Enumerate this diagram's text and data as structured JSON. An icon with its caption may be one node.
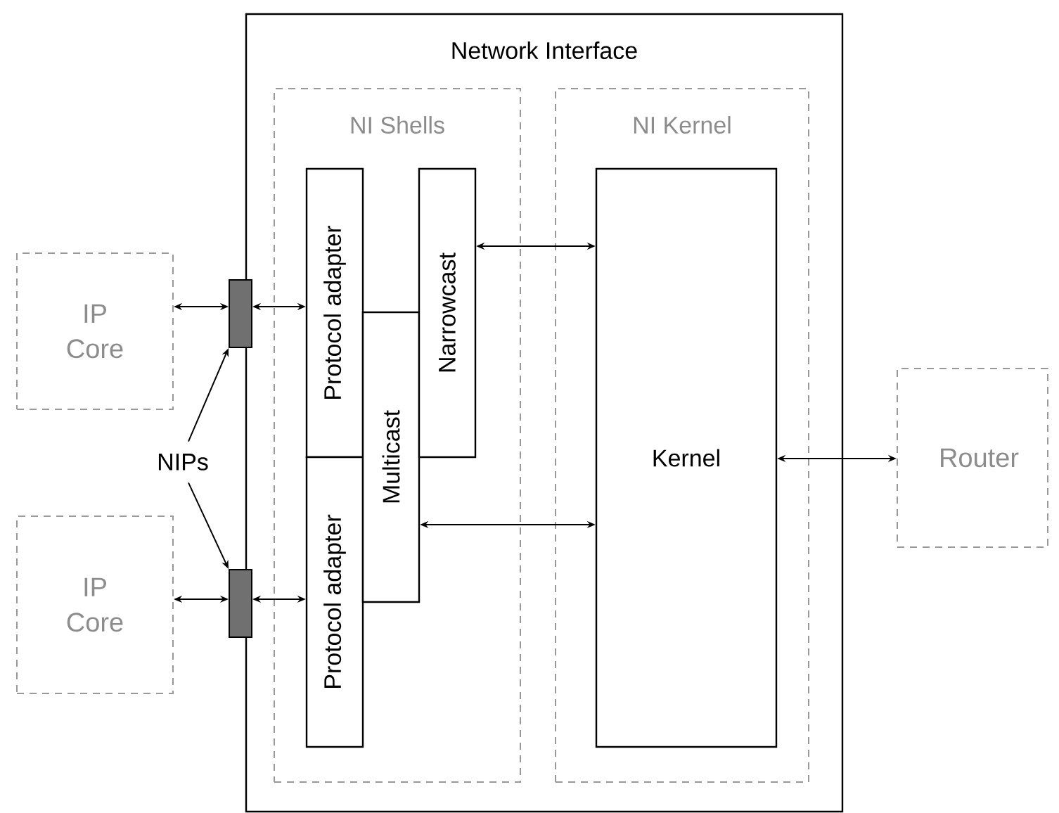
{
  "diagram": {
    "nodes": [
      {
        "text": [
          "Network Interface"
        ]
      },
      {
        "text": [
          "NI Shells"
        ],
        "in": 0
      },
      {
        "text": [
          "NI Kernel"
        ],
        "in": 0
      },
      {
        "text": [
          "IP Core"
        ]
      },
      {
        "text": [
          "IP Core"
        ]
      },
      {
        "text": [],
        "shape": "box"
      },
      {
        "text": [],
        "shape": "box"
      },
      {
        "text": [
          "Protocol adapter"
        ],
        "in": 1
      },
      {
        "text": [
          "Protocol adapter"
        ],
        "in": 1
      },
      {
        "text": [
          "Multicast"
        ],
        "in": 1
      },
      {
        "text": [
          "Narrowcast"
        ],
        "in": 1
      },
      {
        "text": [
          "Kernel"
        ],
        "in": 2
      },
      {
        "text": [
          "Router"
        ]
      },
      {
        "text": [
          "NIPs"
        ]
      }
    ],
    "edges": [
      {
        "from": 3,
        "to": 5,
        "arrow": "both"
      },
      {
        "from": 5,
        "to": 7,
        "arrow": "both"
      },
      {
        "from": 4,
        "to": 6,
        "arrow": "both"
      },
      {
        "from": 6,
        "to": 8,
        "arrow": "both"
      },
      {
        "from": 10,
        "to": 11,
        "arrow": "both"
      },
      {
        "from": 9,
        "to": 11,
        "arrow": "both"
      },
      {
        "from": 11,
        "to": 12,
        "arrow": "both"
      },
      {
        "from": 13,
        "to": 5,
        "arrow": "to"
      },
      {
        "from": 13,
        "to": 6,
        "arrow": "to"
      }
    ]
  }
}
